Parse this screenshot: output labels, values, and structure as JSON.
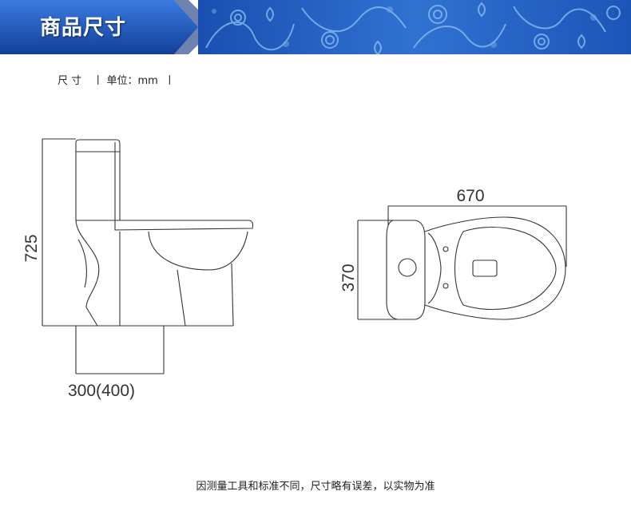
{
  "header": {
    "title": "商品尺寸"
  },
  "units": {
    "label": "尺 寸",
    "sep_left": "丨",
    "unit": "单位：mm",
    "sep_right": "丨"
  },
  "diagram": {
    "side_height": "725",
    "side_depth": "300(400)",
    "top_length": "670",
    "top_width": "370"
  },
  "footer": {
    "note": "因测量工具和标准不同，尺寸略有误差，以实物为准"
  },
  "colors": {
    "banner_blue": "#1f56b5",
    "banner_dark": "#0d2f7a",
    "pattern_bg": "#2a69c9"
  }
}
